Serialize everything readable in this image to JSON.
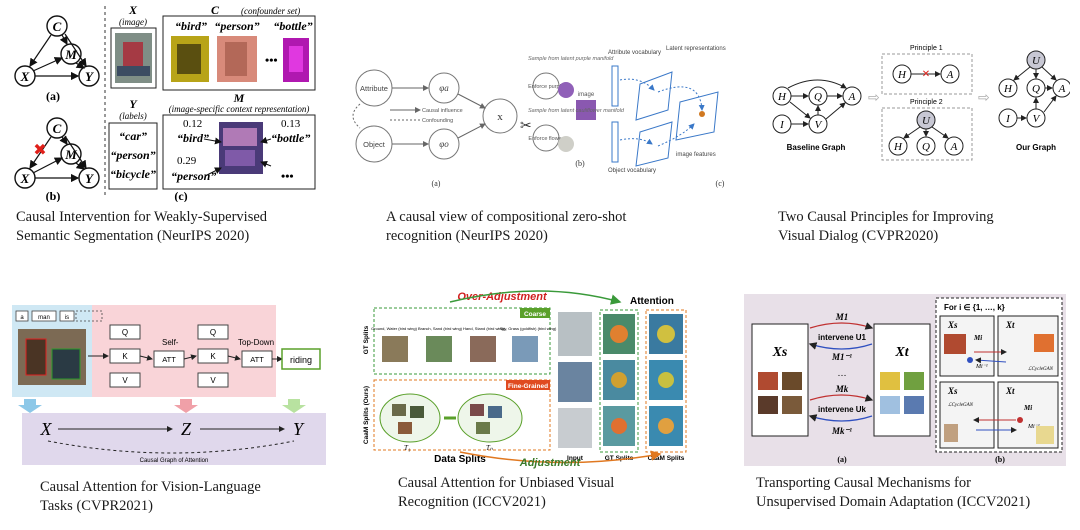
{
  "cells": [
    {
      "caption": "Causal Intervention for Weakly-Supervised\nSemantic Segmentation (NeurIPS 2020)",
      "fig": {
        "nodes": [
          "C",
          "M",
          "X",
          "Y"
        ],
        "panel_a": "(a)",
        "panel_b": "(b)",
        "panel_c": "(c)",
        "X_label": "X",
        "X_sub": "(image)",
        "C_label": "C",
        "C_sub": "(confounder set)",
        "confounders": [
          "“bird”",
          "“person”",
          "“bottle”"
        ],
        "dots": "•••",
        "Y_label": "Y",
        "Y_sub": "(labels)",
        "labels": [
          "“car”",
          "“person”",
          "“bicycle”"
        ],
        "M_label": "M",
        "M_sub": "(image-specific context representation)",
        "weights": [
          {
            "w": "0.12",
            "c": "“bird”"
          },
          {
            "w": "0.13",
            "c": "“bottle”"
          },
          {
            "w": "0.29",
            "c": "“person”"
          }
        ],
        "dots2": "•••",
        "cut_mark": "✖"
      }
    },
    {
      "caption": "A causal view of compositional zero-shot\nrecognition (NeurIPS 2020)",
      "fig": {
        "attribute": "Attribute",
        "object": "Object",
        "phi_a": "φa",
        "phi_o": "φo",
        "x": "x",
        "legend": [
          "Causal influence",
          "Confounding"
        ],
        "sample1": "Sample from latent\npurple manifold",
        "sample2": "Sample from latent\ncauliflower manifold",
        "infer1": "Enforce purple",
        "infer2": "Enforce flower",
        "image": "image",
        "attr_vocab": "Attribute\nvocabulary",
        "obj_vocab": "Object\nvocabulary",
        "latent": "Latent\nrepresentations",
        "img_feat": "image features",
        "panel_a": "(a)",
        "panel_b": "(b)",
        "panel_c": "(c)",
        "scissors": "✂"
      }
    },
    {
      "caption": "Two Causal Principles for Improving\nVisual Dialog (CVPR2020)",
      "fig": {
        "principle1": "Principle 1",
        "principle2": "Principle 2",
        "baseline": "Baseline Graph",
        "ours": "Our Graph",
        "nodes": [
          "H",
          "Q",
          "A",
          "I",
          "V",
          "U"
        ]
      }
    },
    {
      "caption": "Causal Attention for Vision-Language\nTasks (CVPR2021)",
      "fig": {
        "tokens": [
          "a",
          "man",
          "is"
        ],
        "blocks": [
          "Q",
          "K",
          "V",
          "Q",
          "K",
          "V"
        ],
        "att": [
          "ATT",
          "ATT"
        ],
        "self": "Self-",
        "topdown": "Top-Down",
        "output": "riding",
        "X": "X",
        "Z": "Z",
        "Y": "Y",
        "graph_caption": "Causal Graph of Attention"
      }
    },
    {
      "caption": "Causal Attention for Unbiased Visual\nRecognition (ICCV2021)",
      "fig": {
        "over": "Over-Adjustment",
        "attention": "Attention",
        "coarse": "Coarse",
        "fine": "Fine-Grained",
        "gt_splits_side": "GT Splits",
        "caam_side": "CaaM Splits (Ours)",
        "splits": [
          "Ground, Water (bird wing)",
          "Branch, Sand (bird wing)",
          "Hand, Stand (bird wing)",
          "Sky, Grass (goldfish) (bird wing)"
        ],
        "t_labels": [
          "T₁",
          "Tₙ"
        ],
        "input": "Input",
        "gt": "GT Splits",
        "caam": "CaaM Splits",
        "data_splits": "Data Splits",
        "adjust": "Adjustment"
      }
    },
    {
      "caption": "Transporting Causal Mechanisms for\nUnsupervised Domain Adaptation (ICCV2021)",
      "fig": {
        "xs": "Xs",
        "xt": "Xt",
        "m1": "M1",
        "m1inv": "M1⁻¹",
        "u1": "intervene U1",
        "mk": "Mk",
        "mkinv": "Mk⁻¹",
        "uk": "intervene Uk",
        "dots": "…",
        "for_label": "For i ∈ {1, …, k}",
        "mi": "Mi",
        "miinv": "Mi⁻¹",
        "cycle": "ℒCycleGAN",
        "panel_a": "(a)",
        "panel_b": "(b)"
      }
    }
  ]
}
